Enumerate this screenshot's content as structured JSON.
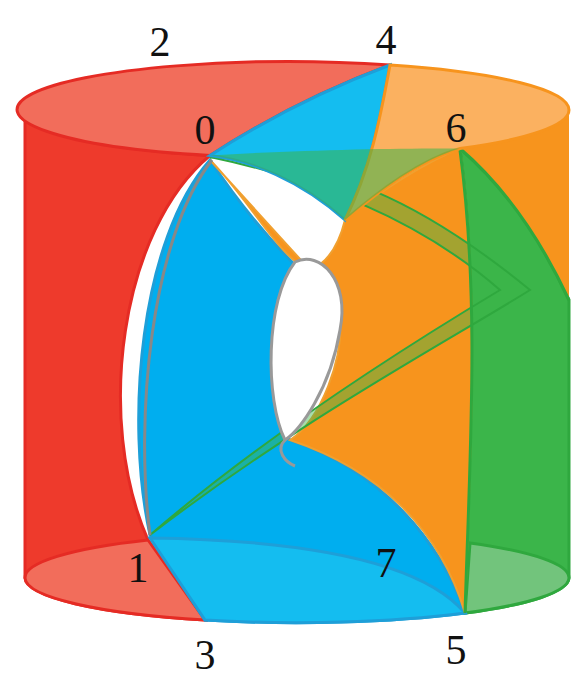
{
  "diagram": {
    "labels": [
      "2",
      "4",
      "0",
      "6",
      "1",
      "7",
      "3",
      "5"
    ]
  }
}
